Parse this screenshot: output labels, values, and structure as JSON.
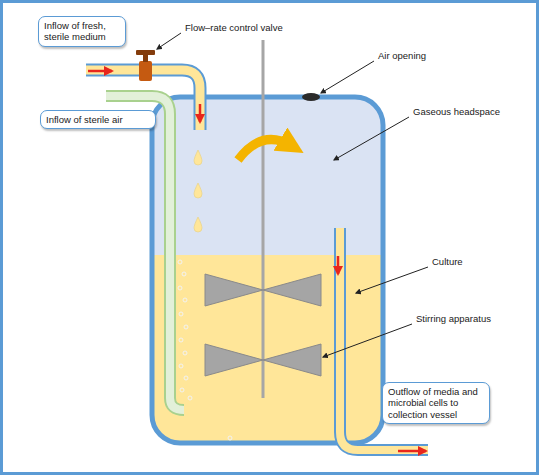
{
  "diagram": {
    "nodes": [
      {
        "text": [
          "Inflow of fresh, sterile medium"
        ]
      },
      {
        "text": [
          "Inflow of sterile air"
        ]
      },
      {
        "text": [
          "Outflow of media and microbial cells to collection vessel"
        ]
      }
    ],
    "labels": [
      "Flow–rate control valve",
      "Air opening",
      "Gaseous headspace",
      "Culture",
      "Stirring apparatus"
    ]
  }
}
